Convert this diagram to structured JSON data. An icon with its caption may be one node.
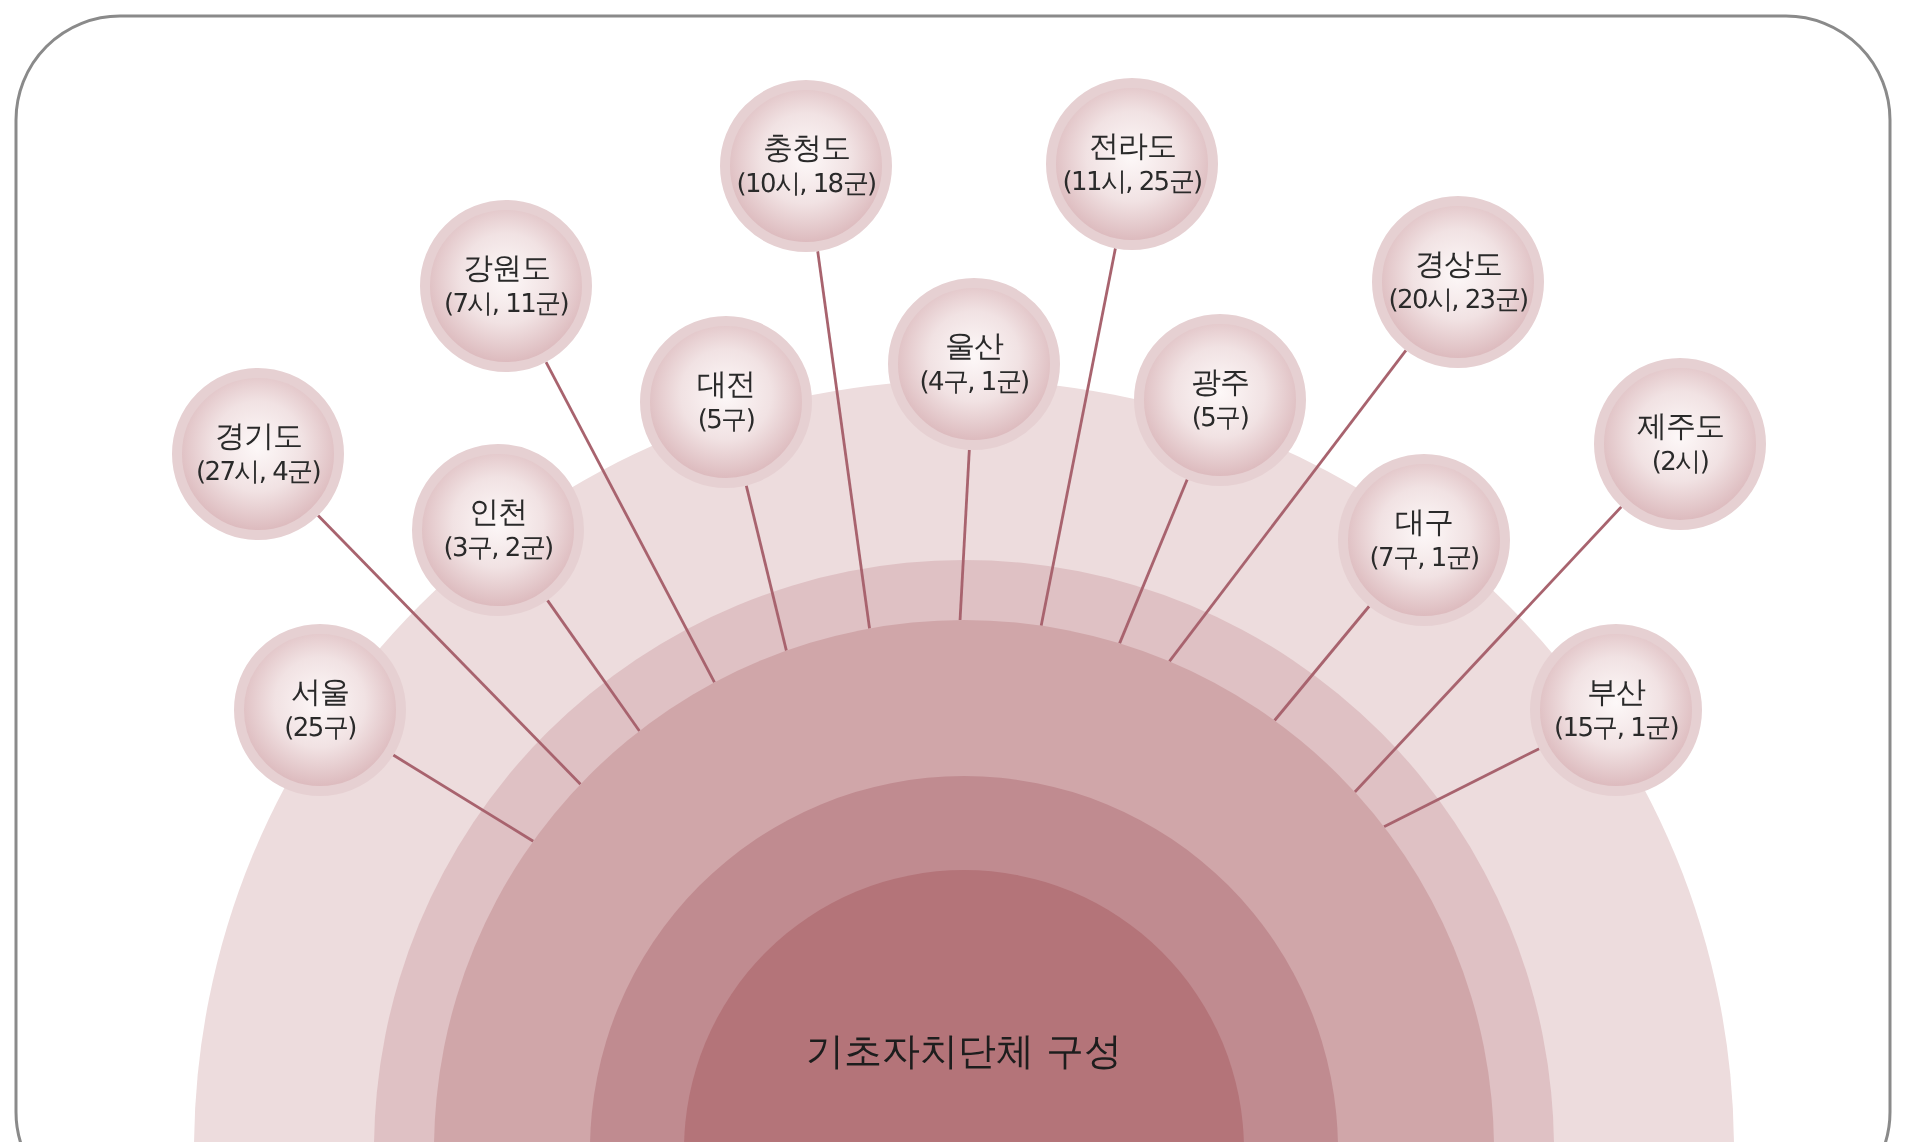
{
  "diagram": {
    "nodes": [
      {
        "text": [],
        "shape": "circle"
      },
      {
        "text": [
          "기초자치단체 구성"
        ],
        "in": 0
      },
      {
        "text": [
          "경기도",
          "(27시, 4군)"
        ]
      },
      {
        "text": [
          "서울",
          "(25구)"
        ]
      },
      {
        "text": [
          "강원도",
          "(7시, 11군)"
        ]
      },
      {
        "text": [
          "인천",
          "(3구, 2군)"
        ]
      },
      {
        "text": [
          "대전",
          "(5구)"
        ]
      },
      {
        "text": [
          "충청도",
          "(10시, 18군)"
        ]
      },
      {
        "text": [
          "울산",
          "(4구, 1군)"
        ]
      },
      {
        "text": [
          "전라도",
          "(11시, 25군)"
        ]
      },
      {
        "text": [
          "광주",
          "(5구)"
        ]
      },
      {
        "text": [
          "경상도",
          "(20시, 23군)"
        ]
      },
      {
        "text": [
          "대구",
          "(7구, 1군)"
        ]
      },
      {
        "text": [
          "제주도",
          "(2시)"
        ]
      },
      {
        "text": [
          "부산",
          "(15구, 1군)"
        ]
      }
    ],
    "edges": [
      {
        "from": 3,
        "to": 0,
        "arrow": "none"
      },
      {
        "from": 2,
        "to": 0,
        "arrow": "none"
      },
      {
        "from": 5,
        "to": 0,
        "arrow": "none"
      },
      {
        "from": 4,
        "to": 0,
        "arrow": "none"
      },
      {
        "from": 6,
        "to": 0,
        "arrow": "none"
      },
      {
        "from": 7,
        "to": 0,
        "arrow": "none"
      },
      {
        "from": 8,
        "to": 0,
        "arrow": "none"
      },
      {
        "from": 9,
        "to": 0,
        "arrow": "none"
      },
      {
        "from": 10,
        "to": 0,
        "arrow": "none"
      },
      {
        "from": 11,
        "to": 0,
        "arrow": "none"
      },
      {
        "from": 12,
        "to": 0,
        "arrow": "none"
      },
      {
        "from": 13,
        "to": 0,
        "arrow": "none"
      },
      {
        "from": 14,
        "to": 0,
        "arrow": "none"
      }
    ]
  }
}
